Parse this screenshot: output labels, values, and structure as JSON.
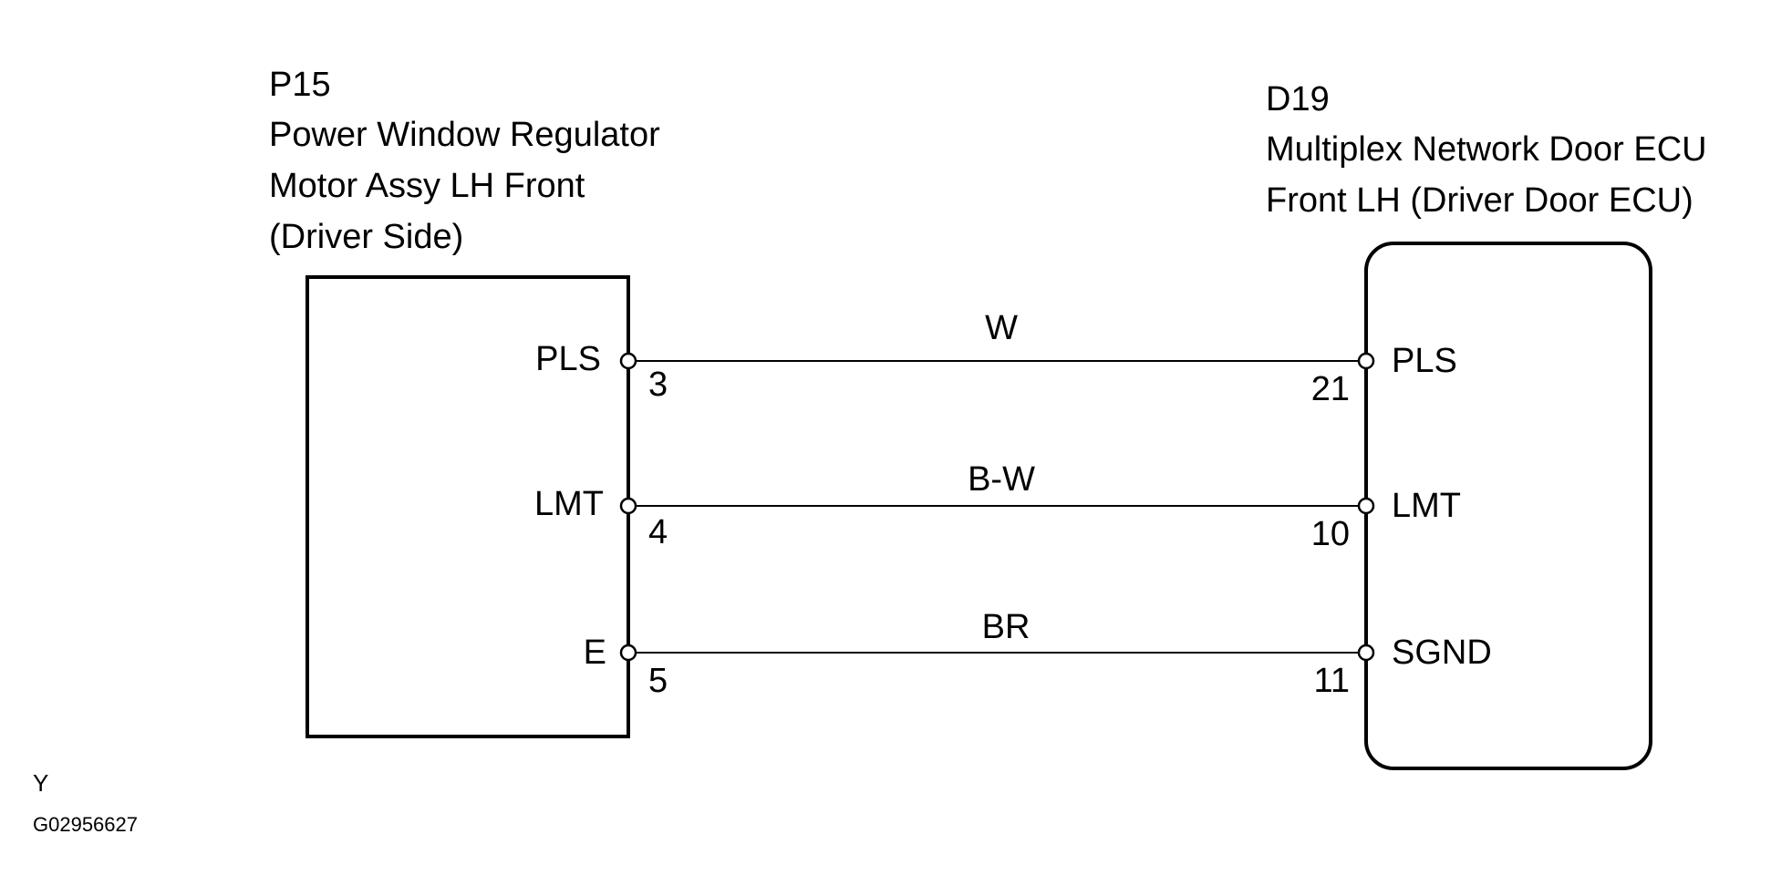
{
  "left_connector": {
    "code": "P15",
    "name_lines": [
      "Power Window Regulator",
      "Motor Assy LH Front",
      "(Driver Side)"
    ]
  },
  "right_connector": {
    "code": "D19",
    "name_lines": [
      "Multiplex Network Door ECU",
      "Front LH (Driver Door ECU)"
    ]
  },
  "wires": [
    {
      "color": "W",
      "left_pin_label": "PLS",
      "left_pin_number": "3",
      "right_pin_label": "PLS",
      "right_pin_number": "21"
    },
    {
      "color": "B-W",
      "left_pin_label": "LMT",
      "left_pin_number": "4",
      "right_pin_label": "LMT",
      "right_pin_number": "10"
    },
    {
      "color": "BR",
      "left_pin_label": "E",
      "left_pin_number": "5",
      "right_pin_label": "SGND",
      "right_pin_number": "11"
    }
  ],
  "footer": {
    "mark": "Y",
    "figure_id": "G02956627"
  }
}
